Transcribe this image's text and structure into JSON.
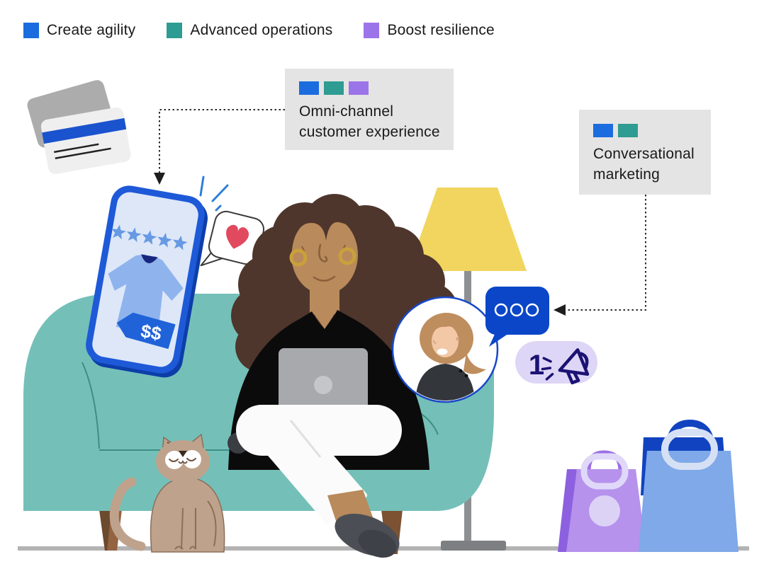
{
  "legend": {
    "items": [
      {
        "id": "create-agility",
        "label": "Create agility",
        "color": "#1B6CDF"
      },
      {
        "id": "advanced-operations",
        "label": "Advanced operations",
        "color": "#2E9C92"
      },
      {
        "id": "boost-resilience",
        "label": "Boost resilience",
        "color": "#9C74E9"
      }
    ]
  },
  "callouts": {
    "omni_channel": {
      "line1": "Omni-channel",
      "line2": "customer experience",
      "categories": [
        "Create agility",
        "Advanced operations",
        "Boost resilience"
      ]
    },
    "conversational": {
      "line1": "Conversational",
      "line2": "marketing",
      "categories": [
        "Create agility",
        "Advanced operations"
      ]
    }
  },
  "illustration": {
    "phone_screen": {
      "price_tag_label": "$$",
      "rating_stars_count": 5
    },
    "notification_badge": {
      "count": "1"
    },
    "icons": [
      "credit-cards-icon",
      "smartphone-icon",
      "star-icon",
      "price-tag-icon",
      "heart-like-icon",
      "sparkle-icon",
      "laptop-icon",
      "lamp-icon",
      "couch-icon",
      "cat-icon",
      "video-call-avatar-icon",
      "typing-chat-bubble-icon",
      "notification-megaphone-icon",
      "shopping-bags-icon"
    ]
  },
  "colors": {
    "create_agility_blue": "#1B6CDF",
    "advanced_operations_teal": "#2E9C92",
    "boost_resilience_purple": "#9C74E9",
    "callout_background": "#E4E4E4",
    "couch_teal": "#74C0B8",
    "lamp_yellow": "#F1D55E",
    "chat_bubble_blue": "#0B46C9",
    "notification_pill_lavender": "#DED6F6",
    "notification_navy": "#1B1273",
    "heart_red": "#E1495F",
    "background": "#FFFFFF"
  }
}
